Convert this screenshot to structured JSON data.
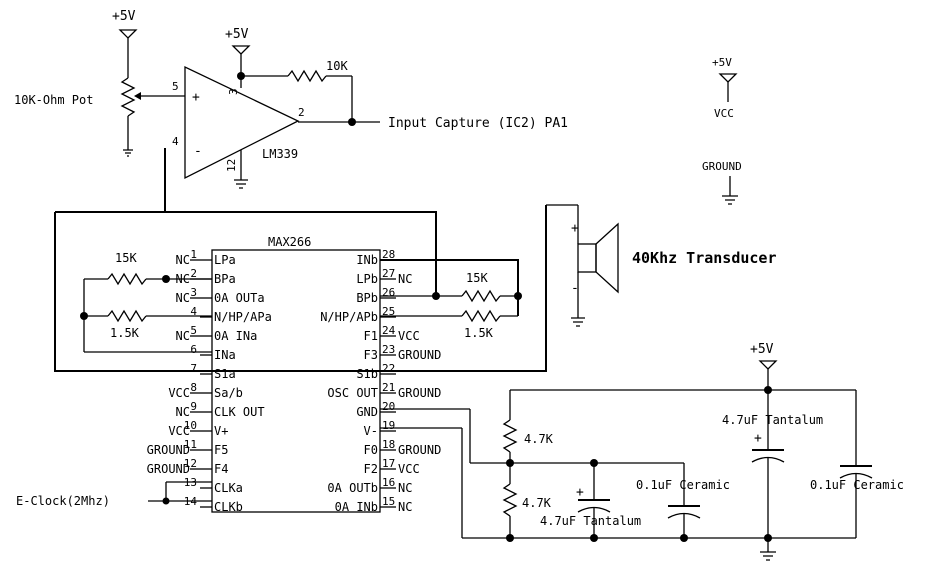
{
  "labels": {
    "vcc5_pot": "+5V",
    "vcc5_op": "+5V",
    "vcc5_legend": "+5V",
    "vcc5_pwr": "+5V",
    "pot": "10K-Ohm Pot",
    "r_fb": "10K",
    "opamp": "LM339",
    "pin5": "5",
    "pin4": "4",
    "pin2": "2",
    "pin3": "3",
    "pin12": "12",
    "plus": "+",
    "minus": "-",
    "capture": "Input Capture (IC2) PA1",
    "legend_vcc": "VCC",
    "legend_gnd": "GROUND",
    "transducer": "40Khz Transducer",
    "tr_plus": "+",
    "tr_minus": "-",
    "chip": "MAX266",
    "r15k_left": "15K",
    "r1_5k_left": "1.5K",
    "r15k_right": "15K",
    "r1_5k_right": "1.5K",
    "r47k_top": "4.7K",
    "r47k_bot": "4.7K",
    "cap_tant1": "4.7uF Tantalum",
    "cap_cer1": "0.1uF Ceramic",
    "cap_tant2": "4.7uF Tantalum",
    "cap_cer2": "0.1uF Ceramic",
    "cap_plus1": "+",
    "cap_plus2": "+",
    "eclock": "E-Clock(2Mhz)"
  },
  "left_pins": [
    {
      "num": "1",
      "name": "LPa",
      "ext": "NC"
    },
    {
      "num": "2",
      "name": "BPa",
      "ext": "NC"
    },
    {
      "num": "3",
      "name": "0A OUTa",
      "ext": "NC"
    },
    {
      "num": "4",
      "name": "N/HP/APa",
      "ext": ""
    },
    {
      "num": "5",
      "name": "0A INa",
      "ext": "NC"
    },
    {
      "num": "6",
      "name": "INa",
      "ext": ""
    },
    {
      "num": "7",
      "name": "S1a",
      "ext": ""
    },
    {
      "num": "8",
      "name": "Sa/b",
      "ext": "VCC"
    },
    {
      "num": "9",
      "name": "CLK OUT",
      "ext": "NC"
    },
    {
      "num": "10",
      "name": "V+",
      "ext": "VCC"
    },
    {
      "num": "11",
      "name": "F5",
      "ext": "GROUND"
    },
    {
      "num": "12",
      "name": "F4",
      "ext": "GROUND"
    },
    {
      "num": "13",
      "name": "CLKa",
      "ext": ""
    },
    {
      "num": "14",
      "name": "CLKb",
      "ext": ""
    }
  ],
  "right_pins": [
    {
      "num": "28",
      "name": "INb",
      "ext": ""
    },
    {
      "num": "27",
      "name": "LPb",
      "ext": "NC"
    },
    {
      "num": "26",
      "name": "BPb",
      "ext": ""
    },
    {
      "num": "25",
      "name": "N/HP/APb",
      "ext": ""
    },
    {
      "num": "24",
      "name": "F1",
      "ext": "VCC"
    },
    {
      "num": "23",
      "name": "F3",
      "ext": "GROUND"
    },
    {
      "num": "22",
      "name": "S1b",
      "ext": ""
    },
    {
      "num": "21",
      "name": "OSC OUT",
      "ext": "GROUND"
    },
    {
      "num": "20",
      "name": "GND",
      "ext": ""
    },
    {
      "num": "19",
      "name": "V-",
      "ext": ""
    },
    {
      "num": "18",
      "name": "F0",
      "ext": "GROUND"
    },
    {
      "num": "17",
      "name": "F2",
      "ext": "VCC"
    },
    {
      "num": "16",
      "name": "0A OUTb",
      "ext": "NC"
    },
    {
      "num": "15",
      "name": "0A INb",
      "ext": "NC"
    }
  ]
}
